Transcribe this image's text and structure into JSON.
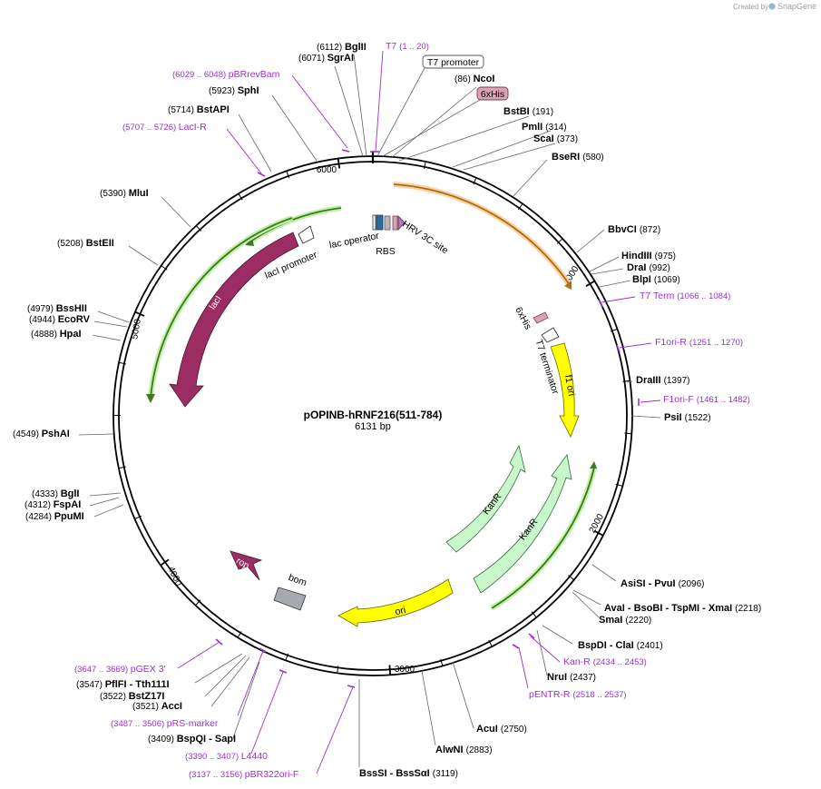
{
  "watermark": {
    "prefix": "Created by",
    "brand": "SnapGene"
  },
  "plasmid": {
    "name": "pOPINB-hRNF216(511-784)",
    "size_label": "6131 bp",
    "length": 6131
  },
  "ticks": [
    "1000",
    "2000",
    "3000",
    "4000",
    "5000",
    "6000"
  ],
  "sites": [
    {
      "pos": "(6112)",
      "name": "BglII"
    },
    {
      "pos": "(6071)",
      "name": "SgrAI"
    },
    {
      "pos": "(86)",
      "name": "NcoI"
    },
    {
      "pos": "(5923)",
      "name": "SphI"
    },
    {
      "pos": "(5714)",
      "name": "BstAPI"
    },
    {
      "name": "BstBI",
      "pos": "(191)"
    },
    {
      "name": "PmlI",
      "pos": "(314)"
    },
    {
      "name": "ScaI",
      "pos": "(373)"
    },
    {
      "name": "BseRI",
      "pos": "(580)"
    },
    {
      "pos": "(5390)",
      "name": "MluI"
    },
    {
      "pos": "(5208)",
      "name": "BstEII"
    },
    {
      "name": "BbvCI",
      "pos": "(872)"
    },
    {
      "name": "HindIII",
      "pos": "(975)"
    },
    {
      "name": "DraI",
      "pos": "(992)"
    },
    {
      "name": "BlpI",
      "pos": "(1069)"
    },
    {
      "pos": "(4979)",
      "name": "BssHII"
    },
    {
      "pos": "(4944)",
      "name": "EcoRV"
    },
    {
      "pos": "(4888)",
      "name": "HpaI"
    },
    {
      "name": "DraIII",
      "pos": "(1397)"
    },
    {
      "name": "PsiI",
      "pos": "(1522)"
    },
    {
      "pos": "(4549)",
      "name": "PshAI"
    },
    {
      "pos": "(4333)",
      "name": "BglI"
    },
    {
      "pos": "(4312)",
      "name": "FspAI"
    },
    {
      "pos": "(4284)",
      "name": "PpuMI"
    },
    {
      "name": "AsiSI - PvuI",
      "pos": "(2096)"
    },
    {
      "name": "AvaI - BsoBI - TspMI - XmaI",
      "pos": "(2218)"
    },
    {
      "name": "SmaI",
      "pos": "(2220)"
    },
    {
      "name": "BspDI - ClaI",
      "pos": "(2401)"
    },
    {
      "name": "NruI",
      "pos": "(2437)"
    },
    {
      "pos": "(3547)",
      "name": "PflFI - Tth111I"
    },
    {
      "pos": "(3522)",
      "name": "BstZ17I"
    },
    {
      "pos": "(3521)",
      "name": "AccI"
    },
    {
      "pos": "(3409)",
      "name": "BspQI - SapI"
    },
    {
      "name": "AcuI",
      "pos": "(2750)"
    },
    {
      "name": "AlwNI",
      "pos": "(2883)"
    },
    {
      "name": "BssSI - BssSαI",
      "pos": "(3119)"
    }
  ],
  "primers": [
    {
      "name": "T7",
      "range": "(1 .. 20)"
    },
    {
      "range": "(6029 .. 6048)",
      "name": "pBRrevBam"
    },
    {
      "range": "(5707 .. 5726)",
      "name": "LacI-R"
    },
    {
      "name": "T7 Term",
      "range": "(1066 .. 1084)"
    },
    {
      "name": "F1ori-R",
      "range": "(1251 .. 1270)"
    },
    {
      "name": "F1ori-F",
      "range": "(1461 .. 1482)"
    },
    {
      "name": "Kan-R",
      "range": "(2434 .. 2453)"
    },
    {
      "name": "pENTR-R",
      "range": "(2518 .. 2537)"
    },
    {
      "range": "(3647 .. 3669)",
      "name": "pGEX 3'"
    },
    {
      "range": "(3487 .. 3506)",
      "name": "pRS-marker"
    },
    {
      "range": "(3390 .. 3407)",
      "name": "L4440"
    },
    {
      "range": "(3137 .. 3156)",
      "name": "pBR322ori-F"
    }
  ],
  "callouts": {
    "t7_promoter": "T7 promoter",
    "his6": "6xHis"
  },
  "features": {
    "laci": "lacI",
    "laci_promoter": "lacI promoter",
    "lac_operator": "lac operator",
    "rbs": "RBS",
    "hrv": "HRV 3C site",
    "his6_inner": "6xHis",
    "t7_terminator": "T7 terminator",
    "f1ori": "f1 ori",
    "kanr_1": "KanR",
    "kanr_2": "KanR",
    "ori": "ori",
    "rop": "rop",
    "bom": "bom"
  },
  "colors": {
    "primer": "#9b30d0",
    "laci": "#9b2d63",
    "f1ori": "#ffff00",
    "kanr": "#c9f7cc",
    "ori": "#ffff00",
    "bom": "#a7a9b0",
    "orf_green": "#3c7a1f",
    "orf_orange": "#b06c10"
  }
}
